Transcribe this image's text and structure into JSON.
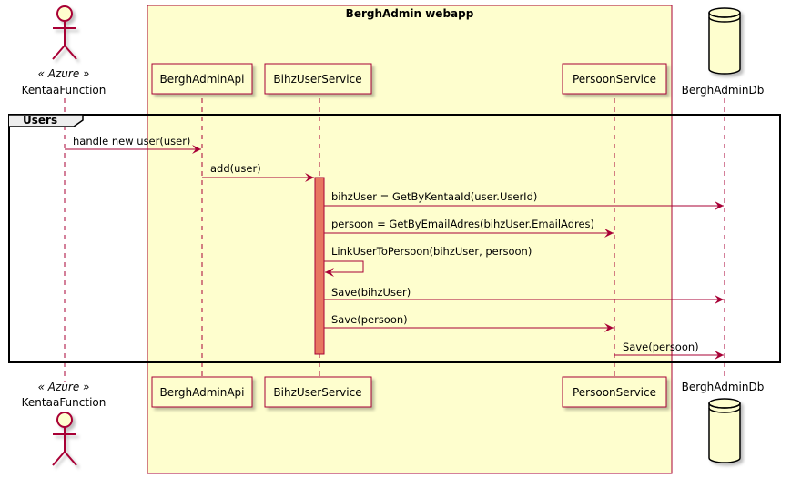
{
  "box": {
    "title": "BerghAdmin webapp"
  },
  "group": {
    "label": "Users"
  },
  "actor": {
    "stereotype": "« Azure »",
    "name": "KentaaFunction"
  },
  "participants": {
    "api": "BerghAdminApi",
    "user_service": "BihzUserService",
    "persoon_service": "PersoonService",
    "db": "BerghAdminDb"
  },
  "messages": [
    "handle new user(user)",
    "add(user)",
    "bihzUser = GetByKentaaId(user.UserId)",
    "persoon = GetByEmailAdres(bihzUser.EmailAdres)",
    "LinkUserToPersoon(bihzUser, persoon)",
    "Save(bihzUser)",
    "Save(persoon)",
    "Save(persoon)"
  ],
  "colors": {
    "arrow": "#a80036",
    "box_fill": "#fefece",
    "activation": "#e77760"
  }
}
